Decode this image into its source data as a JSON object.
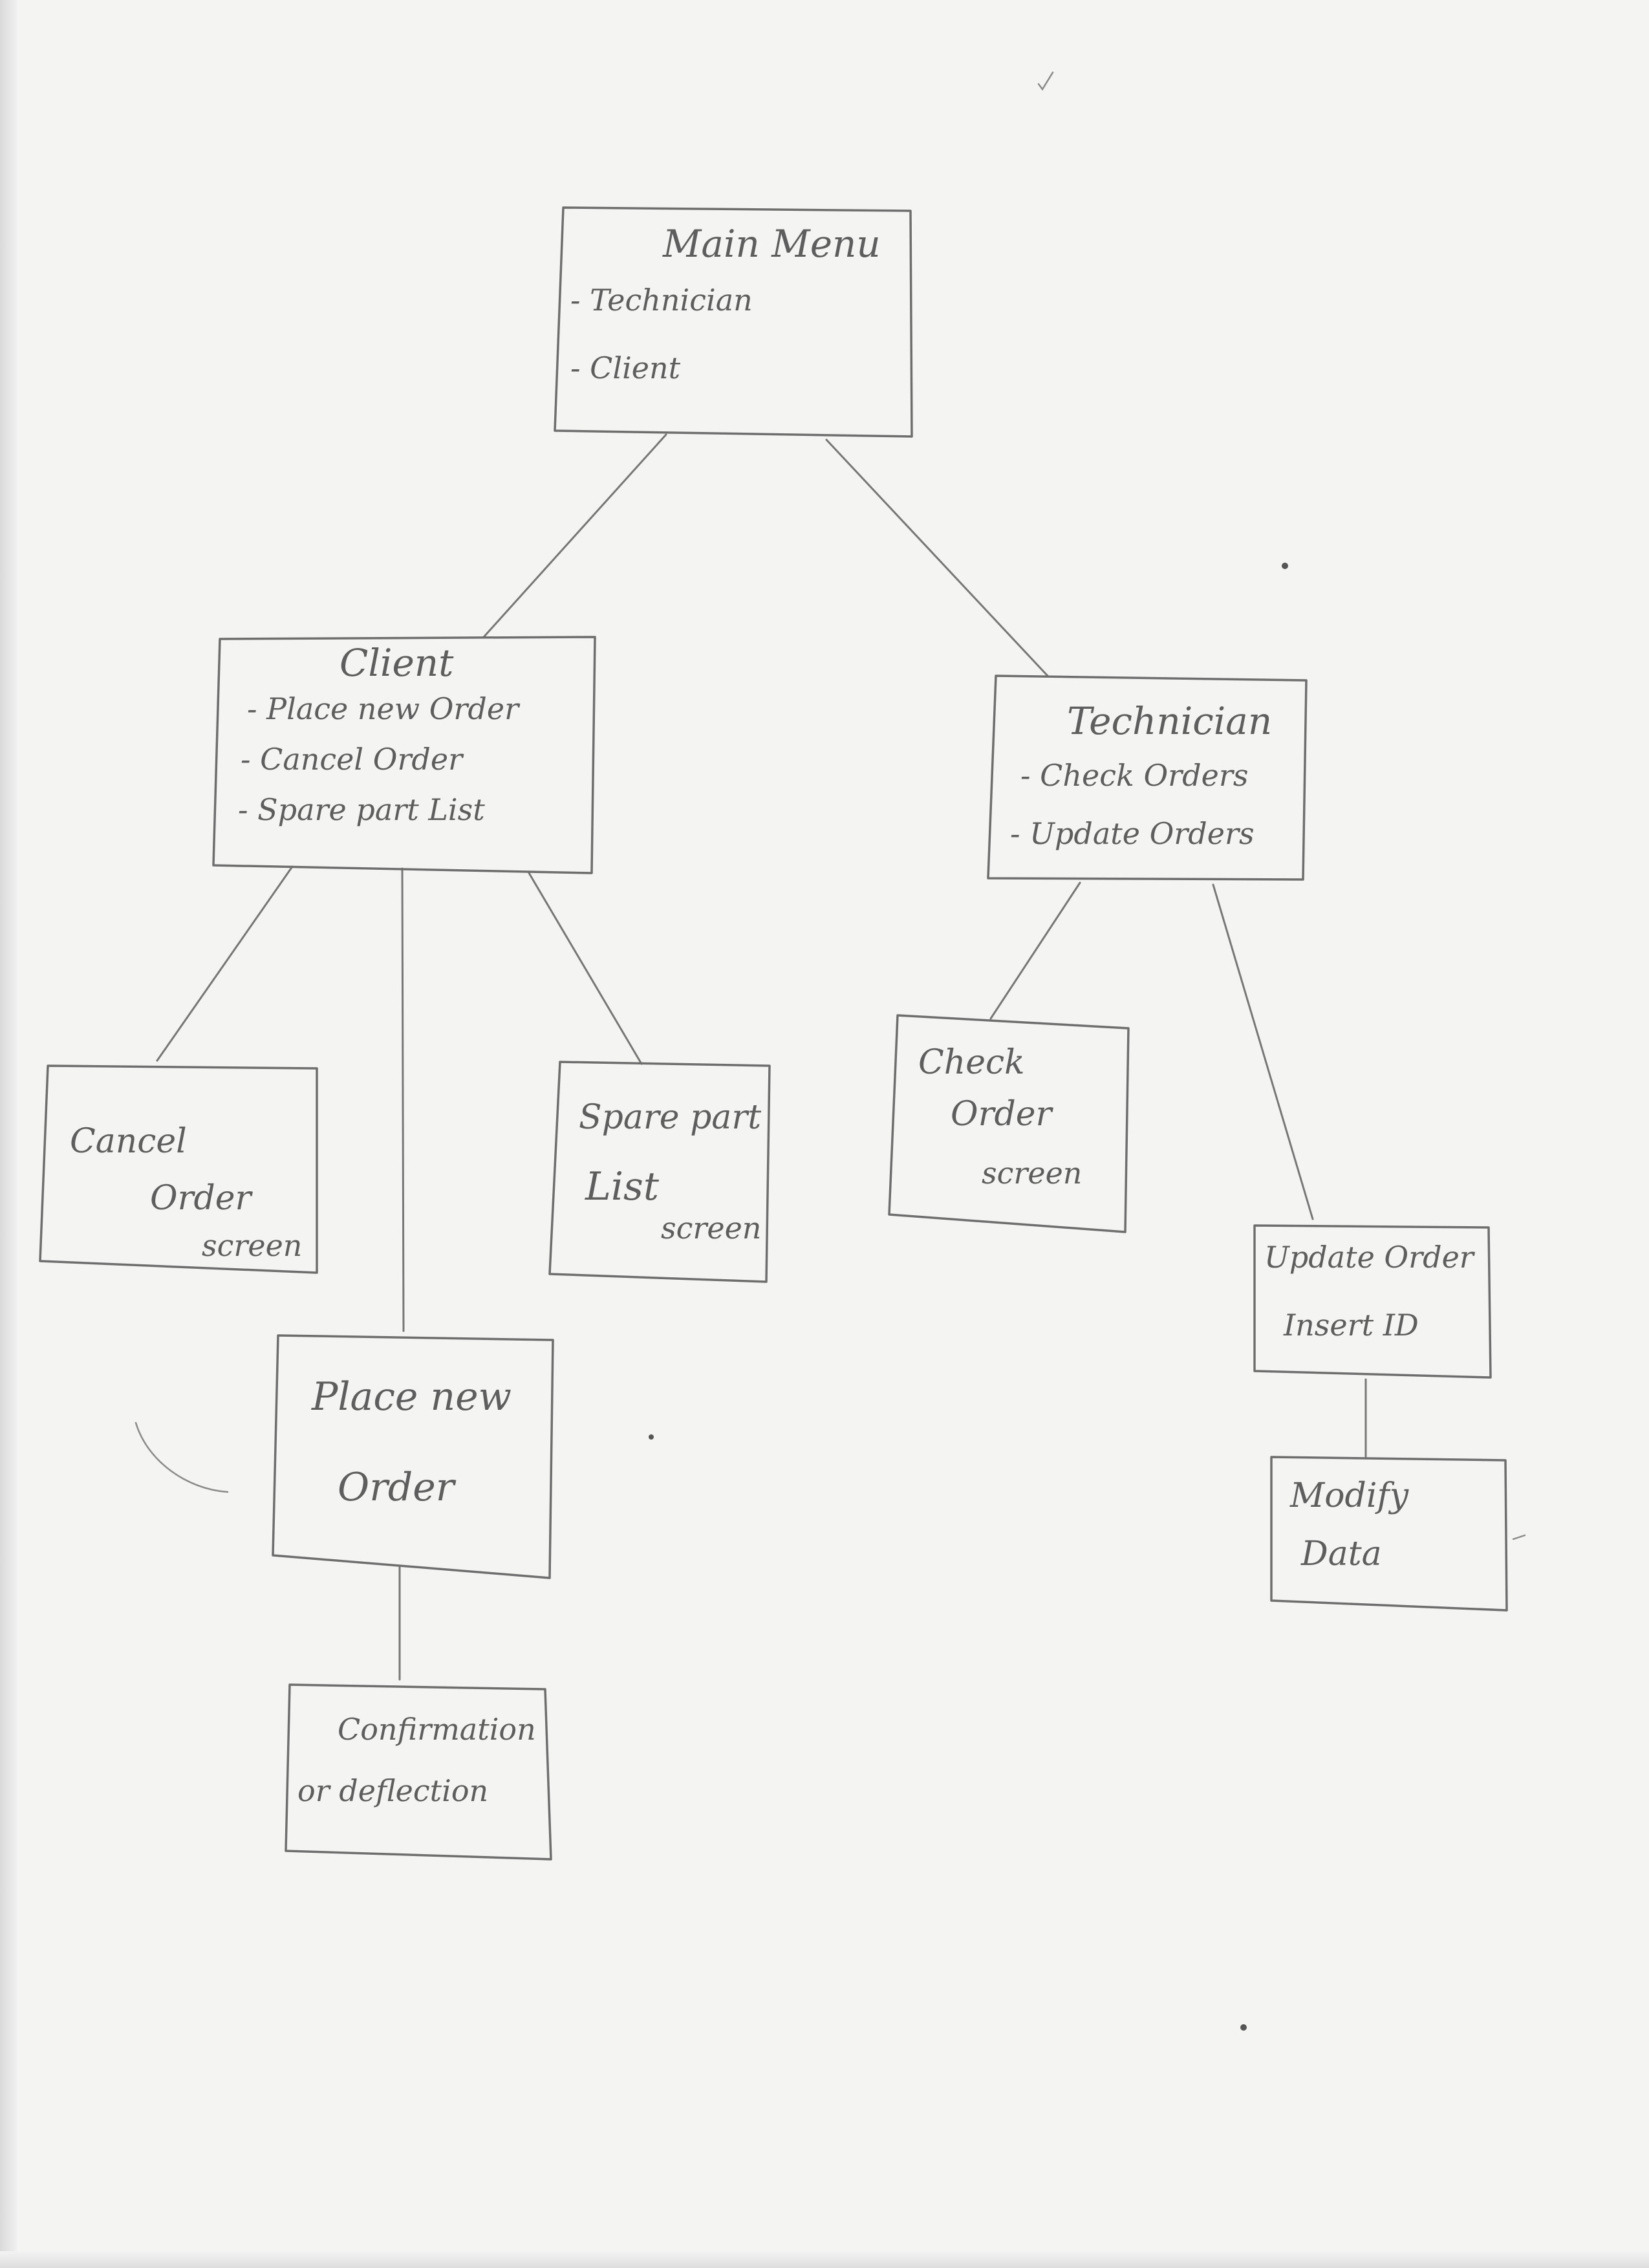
{
  "diagram": {
    "main_menu": {
      "title": "Main Menu",
      "items": [
        "- Technician",
        "- Client"
      ]
    },
    "client": {
      "title": "Client",
      "items": [
        "- Place new Order",
        "- Cancel Order",
        "- Spare part List"
      ]
    },
    "technician": {
      "title": "Technician",
      "items": [
        "- Check Orders",
        "- Update Orders"
      ]
    },
    "cancel_order_screen": {
      "lines": [
        "Cancel",
        "Order",
        "screen"
      ]
    },
    "spare_part_list_screen": {
      "lines": [
        "Spare part",
        "List",
        "screen"
      ]
    },
    "place_new_order": {
      "lines": [
        "Place new",
        "Order"
      ]
    },
    "confirmation": {
      "lines": [
        "Confirmation",
        "or deflection"
      ]
    },
    "check_order_screen": {
      "lines": [
        "Check",
        "Order",
        "screen"
      ]
    },
    "update_order": {
      "lines": [
        "Update Order",
        "Insert ID"
      ]
    },
    "modify_data": {
      "lines": [
        "Modify",
        "Data"
      ]
    }
  }
}
